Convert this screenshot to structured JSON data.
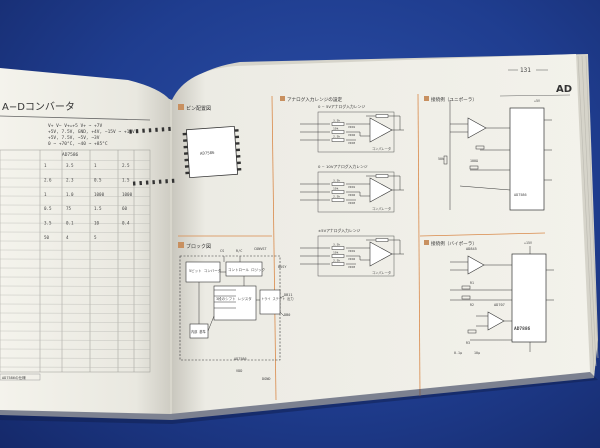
{
  "left_page": {
    "heading": "A−Dコンバータ",
    "spec_lines": [
      "V+ V− V+=+5 V+ ~ +7V",
      "+5V, 7.5V, GND, +4V, −15V ~ +15V",
      "+5V, 7.5V, ~5V, ~3V",
      "0 ~ +70°C, −40 ~ +85°C"
    ],
    "table_header": "AD7586",
    "table_values": [
      "1",
      "3.5",
      "1",
      "2.5",
      "2.6",
      "2.3",
      "0.5",
      "1.5",
      "1",
      "1.0",
      "1000",
      "1000",
      "0.5",
      "75",
      "1.5",
      "60",
      "3.5",
      "0.1",
      "10",
      "0.4",
      "50",
      "4",
      "5"
    ],
    "footer": "AD7586の仕様"
  },
  "right_page": {
    "page_number": "131",
    "section_tab": "AD",
    "pinout_heading": "ピン配置図",
    "chip_label": "AD7586",
    "analog_heading": "アナログ入力レンジの設定",
    "range_captions": [
      "0 ~ 5Vアナログ入力レンジ",
      "0 ~ 10Vアナログ入力レンジ",
      "±5Vアナログ入力レンジ"
    ],
    "resistor_labels": [
      "3.5k",
      "10k",
      "2.5k"
    ],
    "vin_labels": [
      "VIN1",
      "VIN2",
      "VIN3"
    ],
    "comparator_label": "コンパレータ",
    "block_heading": "ブロック図",
    "block_labels": [
      "5ビット コンバータ",
      "コントロール ロジック",
      "3段のシフト レジスタ",
      "トライ ステート 出力",
      "DB11",
      "DB0",
      "内部 基準"
    ],
    "block_top_labels": [
      "CS",
      "R/C",
      "CONVST",
      "BUSY"
    ],
    "block_bottom_labels": [
      "VDD",
      "DGND"
    ],
    "app1_heading": "接続例（ユニポーラ）",
    "app2_heading": "接続例（バイポーラ）",
    "app_chip1": "AD7586",
    "app_chip2": "AD7886",
    "opamp_labels": [
      "AD845",
      "AD707"
    ],
    "app_values": [
      "+5V",
      "+15V",
      "R1",
      "R2",
      "R3",
      "50k",
      "100Ω",
      "0.1μ",
      "10μ"
    ]
  },
  "colors": {
    "background": "#1f3d8f",
    "paper": "#f2f1ea",
    "ink": "#3a3a3a",
    "orange_line": "#d98a4a"
  }
}
